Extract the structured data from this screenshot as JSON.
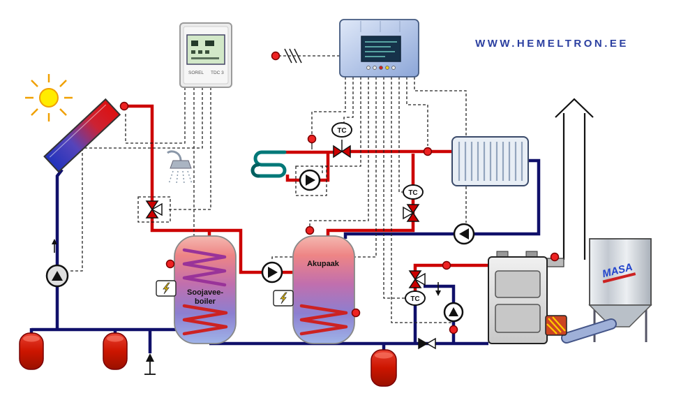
{
  "header": {
    "website_label": "WWW.HEMELTRON.EE"
  },
  "controllers": {
    "sorel": {
      "brand": "SOREL",
      "model": "TDC 3"
    }
  },
  "tanks": {
    "dhw_tank": {
      "label_line1": "Soojavee-",
      "label_line2": "boiler"
    },
    "buffer_tank": {
      "label": "Akupaak"
    }
  },
  "sensors": {
    "tc_label": "TC"
  },
  "silo": {
    "brand_label": "MASA"
  },
  "colors": {
    "hot_pipe": "#cc0000",
    "return_pipe": "#10106a",
    "accent_text": "#2b3fa0",
    "sensor_dot": "#ee2222",
    "hx_coil": "#007878"
  }
}
